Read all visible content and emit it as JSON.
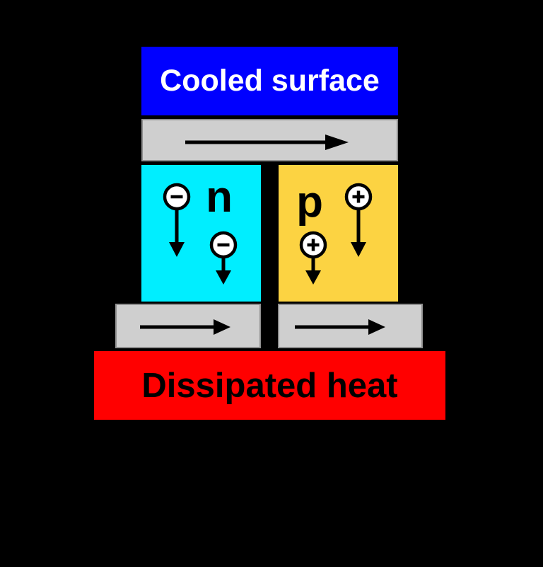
{
  "diagram": {
    "background_color": "#000000",
    "arrow_color": "#000000",
    "cooled_surface": {
      "label": "Cooled surface",
      "fill": "#0000ff",
      "text_color": "#ffffff"
    },
    "top_conductor": {
      "fill": "#cfcfcf",
      "arrow_direction": "right"
    },
    "n_block": {
      "label": "n",
      "fill": "#00eeff",
      "carriers": [
        {
          "type": "electron",
          "symbol": "−",
          "arrow_direction": "down",
          "arrow_length": "long"
        },
        {
          "type": "electron",
          "symbol": "−",
          "arrow_direction": "down",
          "arrow_length": "short"
        }
      ]
    },
    "p_block": {
      "label": "p",
      "fill": "#fcd342",
      "carriers": [
        {
          "type": "hole",
          "symbol": "+",
          "arrow_direction": "down",
          "arrow_length": "long"
        },
        {
          "type": "hole",
          "symbol": "+",
          "arrow_direction": "down",
          "arrow_length": "short"
        }
      ]
    },
    "bottom_left_conductor": {
      "fill": "#cfcfcf",
      "arrow_direction": "right"
    },
    "bottom_right_conductor": {
      "fill": "#cfcfcf",
      "arrow_direction": "right"
    },
    "dissipated_heat": {
      "label": "Dissipated heat",
      "fill": "#ff0000",
      "text_color": "#000000"
    }
  }
}
